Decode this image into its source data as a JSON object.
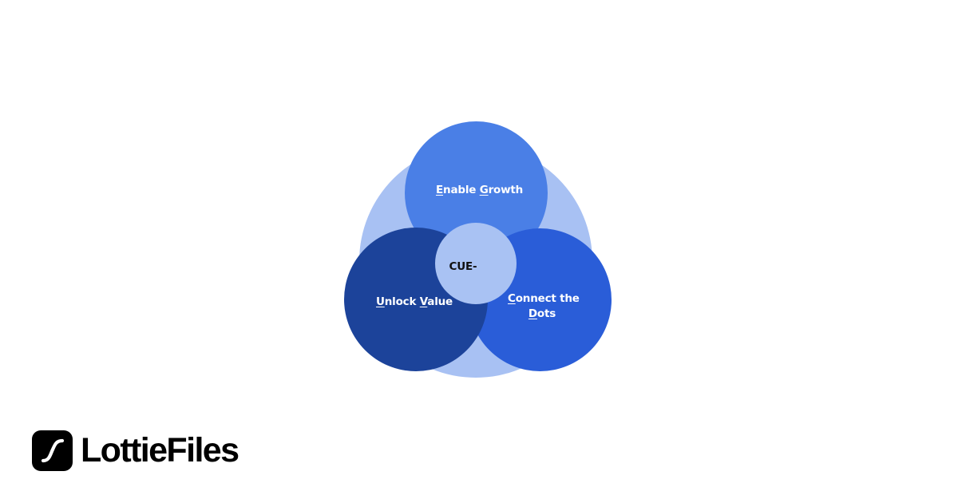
{
  "diagram": {
    "title": "CUE-",
    "colors": {
      "background_ring": "#a8c1f3",
      "top_circle": "#4a7fe6",
      "left_circle": "#1c439a",
      "right_circle": "#2a5dd8",
      "center_circle": "#a9c2f3",
      "label_text": "#ffffff",
      "center_text": "#111111"
    },
    "circles": [
      {
        "id": "enable-growth",
        "position": "top",
        "words": [
          {
            "first": "E",
            "rest": "nable"
          },
          {
            "first": "G",
            "rest": "rowth"
          }
        ],
        "label": "Enable Growth"
      },
      {
        "id": "unlock-value",
        "position": "bottom-left",
        "words": [
          {
            "first": "U",
            "rest": "nlock"
          },
          {
            "first": "V",
            "rest": "alue"
          }
        ],
        "label": "Unlock Value"
      },
      {
        "id": "connect-the-dots",
        "position": "bottom-right",
        "line1": {
          "first": "C",
          "rest": "onnect the"
        },
        "line2": {
          "first": "D",
          "rest": "ots"
        },
        "label": "Connect the Dots"
      }
    ],
    "center_label": "CUE-"
  },
  "branding": {
    "logo_text": "LottieFiles",
    "logo_icon": "lottie-s-curve-icon"
  }
}
